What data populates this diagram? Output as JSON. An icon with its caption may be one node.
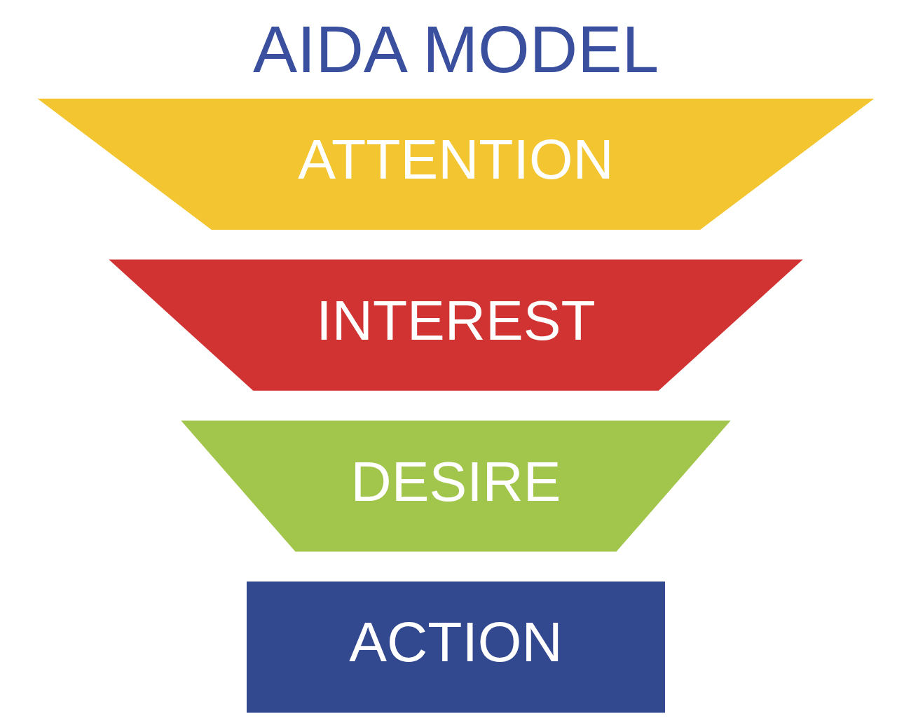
{
  "diagram": {
    "title": "AIDA MODEL",
    "nodes": [
      {
        "text": [
          "ATTENTION"
        ]
      },
      {
        "text": [
          "INTEREST"
        ]
      },
      {
        "text": [
          "DESIRE"
        ]
      },
      {
        "text": [
          "ACTION"
        ]
      }
    ],
    "edges": []
  }
}
